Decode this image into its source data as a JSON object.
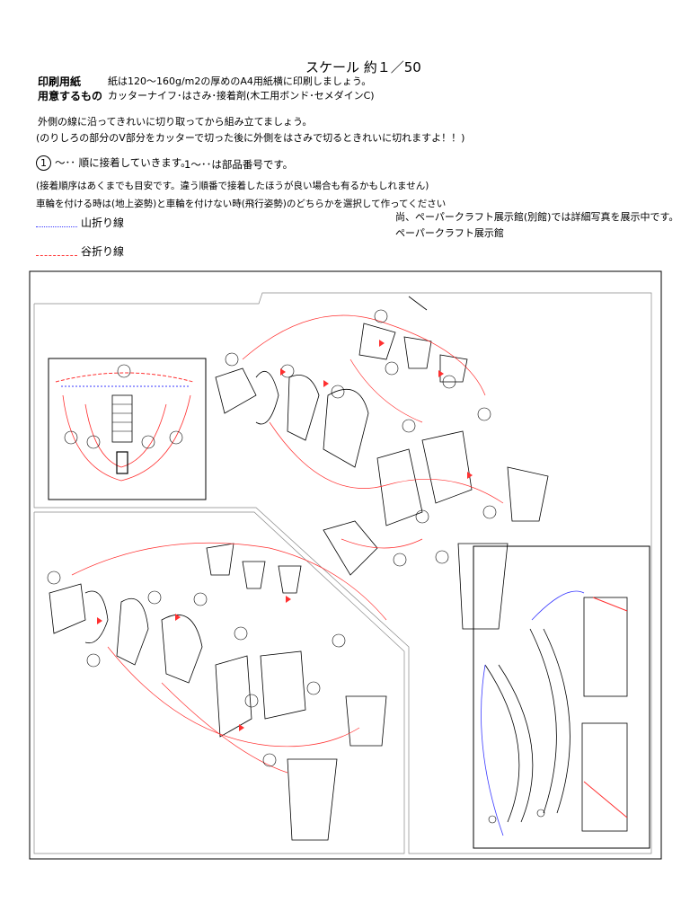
{
  "header": {
    "scale": "スケール 約１／50",
    "paper_label": "印刷用紙",
    "paper_text": "紙は120～160g/m2の厚めのA4用紙横に印刷しましょう。",
    "tools_label": "用意するもの",
    "tools_text": "カッターナイフ･はさみ･接着剤(木工用ボンド･セメダインC)",
    "instruction1": "外側の線に沿ってきれいに切り取ってから組み立てましょう。",
    "instruction2": "(のりしろの部分のV部分をカッターで切った後に外側をはさみで切るときれいに切れますよ！！)",
    "step_circle": "1",
    "step_text": "～･･ 順に接着していきます。",
    "part_text": "1～･･は部品番号です。",
    "note1": "(接着順序はあくまでも目安です。違う順番で接着したほうが良い場合も有るかもしれません)",
    "note2": "車輪を付ける時は(地上姿勢)と車輪を付けない時(飛行姿勢)のどちらかを選択して作ってください",
    "mountain_fold": "山折り線",
    "valley_fold": "谷折り線",
    "right_note1": "尚、ペーパークラフト展示館(別館)では詳細写真を展示中です。",
    "right_note2": "ペーパークラフト展示館"
  },
  "colors": {
    "mountain_line": "#3a3aff",
    "valley_line": "#ff3030",
    "part_outline": "#000000"
  }
}
